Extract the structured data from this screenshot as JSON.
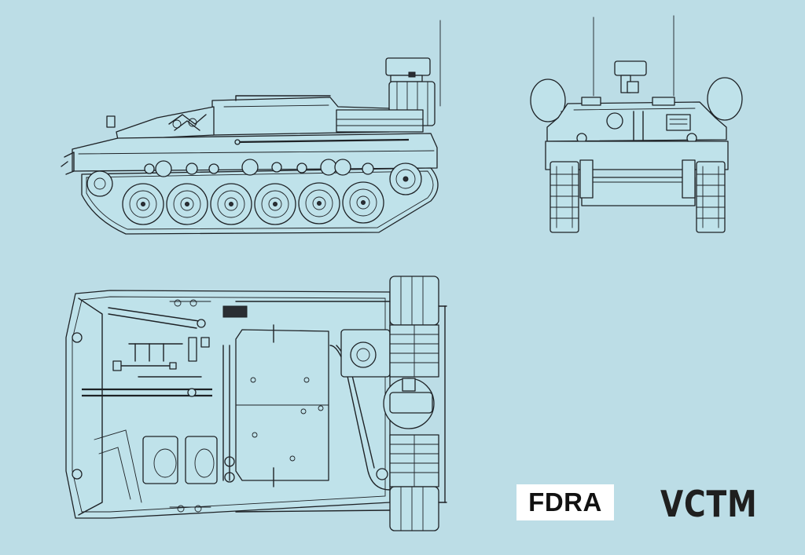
{
  "labels": {
    "badge": "FDRA",
    "designation": "VCTM"
  },
  "colors": {
    "background": "#bcdde6",
    "line": "#1e2226",
    "badge_background": "#ffffff"
  },
  "views": [
    {
      "id": "side-elevation",
      "road_wheels": 6
    },
    {
      "id": "front-elevation"
    },
    {
      "id": "top-plan-view"
    }
  ]
}
